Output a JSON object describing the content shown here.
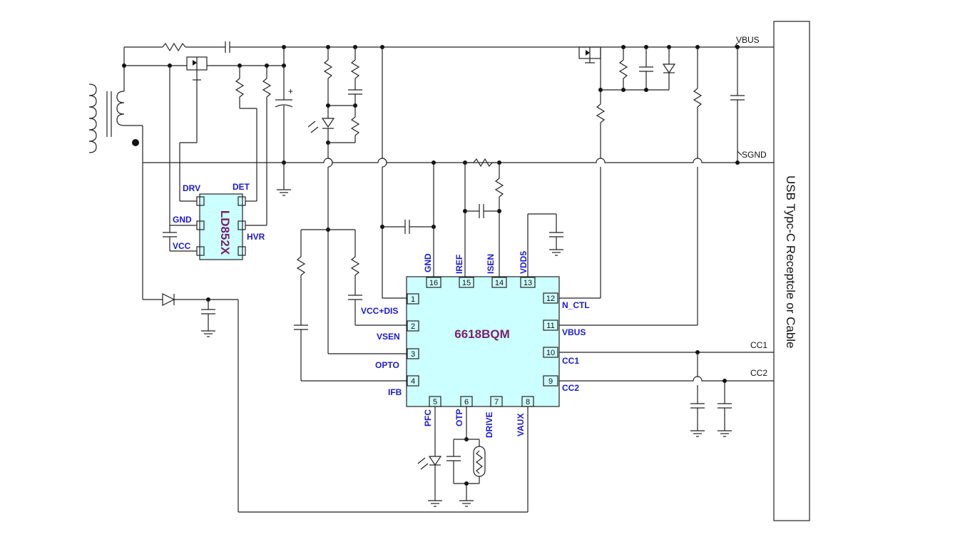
{
  "ic_main": {
    "name": "6618BQM",
    "fill": "#ccffff",
    "pins": [
      {
        "num": "1",
        "label": "VCC+DIS"
      },
      {
        "num": "2",
        "label": "VSEN"
      },
      {
        "num": "3",
        "label": "OPTO"
      },
      {
        "num": "4",
        "label": "IFB"
      },
      {
        "num": "5",
        "label": "PFC"
      },
      {
        "num": "6",
        "label": "OTP"
      },
      {
        "num": "7",
        "label": "DRIVE"
      },
      {
        "num": "8",
        "label": "VAUX"
      },
      {
        "num": "9",
        "label": "CC2"
      },
      {
        "num": "10",
        "label": "CC1"
      },
      {
        "num": "11",
        "label": "VBUS"
      },
      {
        "num": "12",
        "label": "N_CTL"
      },
      {
        "num": "13",
        "label": "VDD5"
      },
      {
        "num": "14",
        "label": "ISEN"
      },
      {
        "num": "15",
        "label": "IREF"
      },
      {
        "num": "16",
        "label": "GND"
      }
    ]
  },
  "ic_ld": {
    "name": "LD852X",
    "fill": "#ccffff",
    "pins": [
      {
        "label": "DRV"
      },
      {
        "label": "DET"
      },
      {
        "label": "GND"
      },
      {
        "label": "VCC"
      },
      {
        "label": "HVR"
      }
    ]
  },
  "nets": {
    "vbus": "VBUS",
    "sgnd": "SGND",
    "cc1": "CC1",
    "cc2": "CC2"
  },
  "connector": {
    "label": "USB Typc-C Receptcle or Cable"
  },
  "colors": {
    "pin_label": "#1a1ad0",
    "chip_name": "#7a1f6e",
    "wire": "#222222"
  }
}
